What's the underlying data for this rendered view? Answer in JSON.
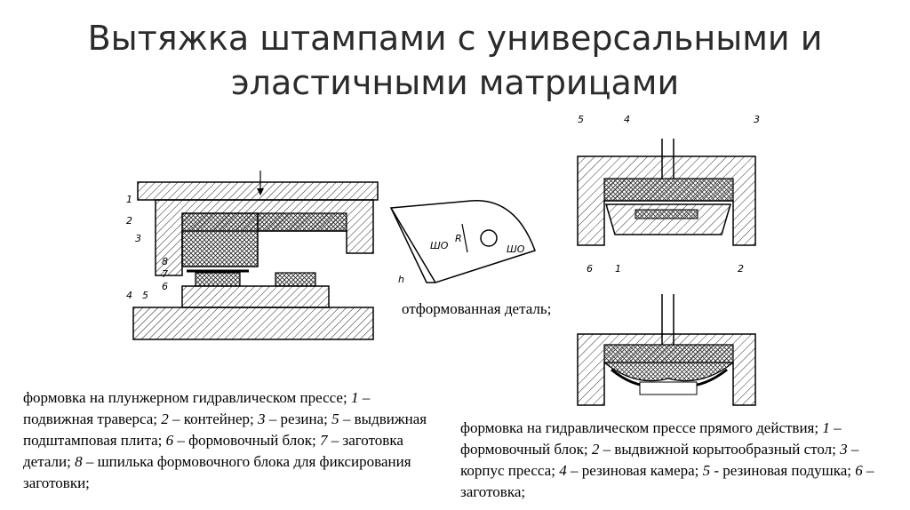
{
  "slide": {
    "title_line1": "Вытяжка штампами с универсальными и",
    "title_line2": "эластичными матрицами"
  },
  "left_figure": {
    "part_labels": [
      "1",
      "2",
      "3",
      "8",
      "7",
      "6",
      "4",
      "5"
    ],
    "part_label": {
      "shoulder": "ШО",
      "radius": "R",
      "height": "h"
    },
    "part_caption": "отформованная деталь;",
    "caption": [
      {
        "text": "формовка на плунжерном гидравлическом прессе; "
      },
      {
        "num": "1",
        "text": " – подвижная траверса; "
      },
      {
        "num": "2",
        "text": " – контейнер; "
      },
      {
        "num": "3",
        "text": " – резина; "
      },
      {
        "num": "5",
        "text": " – выдвижная подштамповая плита; "
      },
      {
        "num": "6",
        "text": " – формовочный блок; "
      },
      {
        "num": "7",
        "text": " – заготовка детали; "
      },
      {
        "num": "8",
        "text": " – шпилька формовочного блока для фиксирования заготовки;"
      }
    ]
  },
  "right_figure": {
    "part_labels_top": [
      "5",
      "4",
      "3"
    ],
    "part_labels_bottom": [
      "6",
      "1",
      "2"
    ],
    "caption": [
      {
        "text": "формовка на гидравлическом прессе прямого действия; "
      },
      {
        "num": "1",
        "text": " – формовочный блок; "
      },
      {
        "num": "2",
        "text": " – выдвижной корытообразный стол; "
      },
      {
        "num": "3",
        "text": " – корпус пресса; "
      },
      {
        "num": "4",
        "text": " – резиновая камера; "
      },
      {
        "num": "5",
        "text": " - резиновая подушка; "
      },
      {
        "num": "6",
        "text": " – заготовка;"
      }
    ]
  }
}
